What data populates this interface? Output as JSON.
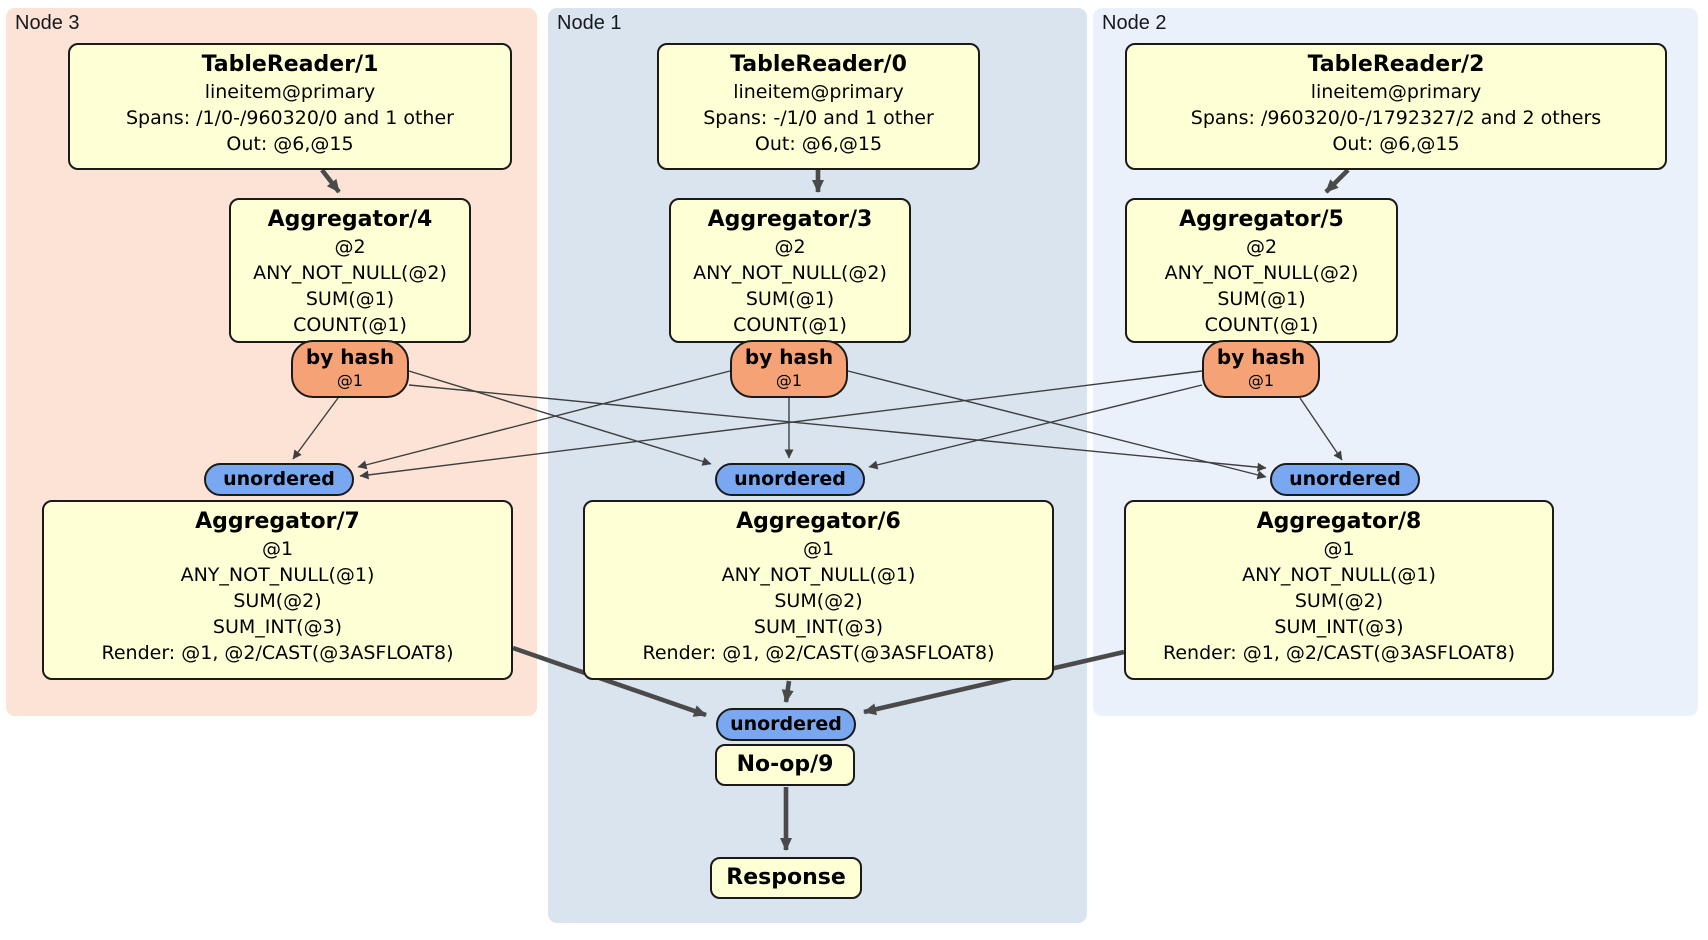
{
  "regions": {
    "node3": {
      "label": "Node 3"
    },
    "node1": {
      "label": "Node 1"
    },
    "node2": {
      "label": "Node 2"
    }
  },
  "processors": {
    "tr1": {
      "title": "TableReader/1",
      "rows": [
        "lineitem@primary",
        "Spans: /1/0-/960320/0 and 1 other",
        "Out: @6,@15"
      ]
    },
    "tr0": {
      "title": "TableReader/0",
      "rows": [
        "lineitem@primary",
        "Spans: -/1/0 and 1 other",
        "Out: @6,@15"
      ]
    },
    "tr2": {
      "title": "TableReader/2",
      "rows": [
        "lineitem@primary",
        "Spans: /960320/0-/1792327/2 and 2 others",
        "Out: @6,@15"
      ]
    },
    "agg4": {
      "title": "Aggregator/4",
      "rows": [
        "@2",
        "ANY_NOT_NULL(@2)",
        "SUM(@1)",
        "COUNT(@1)"
      ]
    },
    "agg3": {
      "title": "Aggregator/3",
      "rows": [
        "@2",
        "ANY_NOT_NULL(@2)",
        "SUM(@1)",
        "COUNT(@1)"
      ]
    },
    "agg5": {
      "title": "Aggregator/5",
      "rows": [
        "@2",
        "ANY_NOT_NULL(@2)",
        "SUM(@1)",
        "COUNT(@1)"
      ]
    },
    "agg7": {
      "title": "Aggregator/7",
      "rows": [
        "@1",
        "ANY_NOT_NULL(@1)",
        "SUM(@2)",
        "SUM_INT(@3)",
        "Render: @1, @2/CAST(@3ASFLOAT8)"
      ]
    },
    "agg6": {
      "title": "Aggregator/6",
      "rows": [
        "@1",
        "ANY_NOT_NULL(@1)",
        "SUM(@2)",
        "SUM_INT(@3)",
        "Render: @1, @2/CAST(@3ASFLOAT8)"
      ]
    },
    "agg8": {
      "title": "Aggregator/8",
      "rows": [
        "@1",
        "ANY_NOT_NULL(@1)",
        "SUM(@2)",
        "SUM_INT(@3)",
        "Render: @1, @2/CAST(@3ASFLOAT8)"
      ]
    },
    "noop": {
      "title": "No-op/9"
    },
    "response": {
      "title": "Response"
    }
  },
  "routers": {
    "hash3": {
      "label": "by hash",
      "detail": "@1"
    },
    "hash1": {
      "label": "by hash",
      "detail": "@1"
    },
    "hash2": {
      "label": "by hash",
      "detail": "@1"
    }
  },
  "syncs": {
    "sync3": {
      "label": "unordered"
    },
    "sync1": {
      "label": "unordered"
    },
    "sync2": {
      "label": "unordered"
    },
    "syncFinal": {
      "label": "unordered"
    }
  },
  "colors": {
    "node3_bg": "#fce3d5",
    "node1_bg": "#d9e4ee",
    "node2_bg": "#ebf1fb",
    "processor_fill": "#ffffd6",
    "router_fill": "#f5a376",
    "sync_fill": "#79a8f0",
    "edge": "#4a4a4a"
  }
}
